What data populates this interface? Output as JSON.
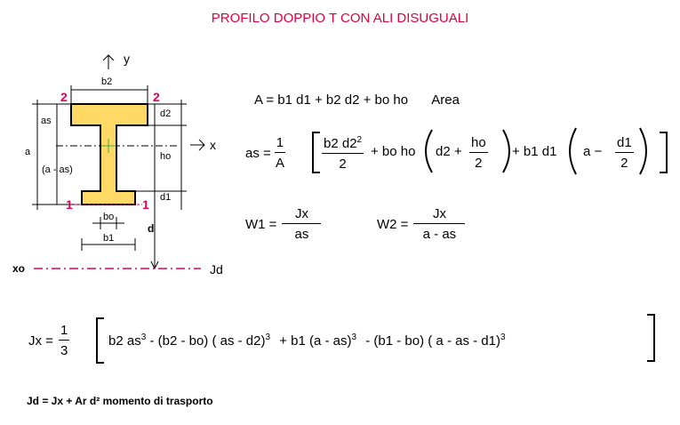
{
  "title": "PROFILO DOPPIO T CON ALI DISUGUALI",
  "drawing": {
    "axis_y": "y",
    "axis_x": "x",
    "b2": "b2",
    "point2_left": "2",
    "point2_right": "2",
    "as": "as",
    "d2": "d2",
    "a": "a",
    "ho": "ho",
    "a_minus_as": "(a - as)",
    "d1": "d1",
    "point1_left": "1",
    "point1_right": "1",
    "bo": "bo",
    "b1": "b1",
    "d": "d",
    "xo": "xo",
    "Jd": "Jd",
    "colors": {
      "section_fill": "#ffd966",
      "axis_line": "#e0005a",
      "title": "#e0003c"
    }
  },
  "formulas": {
    "area_lhs": "A = b1 d1 + b2 d2 + bo ho",
    "area_label": "Area",
    "as_lhs": "as =",
    "as_frac_num": "1",
    "as_frac_den": "A",
    "as_t1_num": "b2 d2",
    "as_t1_exp": "2",
    "as_t1_den": "2",
    "as_t2": "+ bo ho",
    "as_t2_inner": "d2 +",
    "as_ho_num": "ho",
    "as_ho_den": "2",
    "as_t3": "+ b1 d1",
    "as_t3_inner": "a −",
    "as_d1_num": "d1",
    "as_d1_den": "2",
    "w1_lhs": "W1 =",
    "w1_num": "Jx",
    "w1_den": "as",
    "w2_lhs": "W2 =",
    "w2_num": "Jx",
    "w2_den": "a - as",
    "jx_lhs": "Jx =",
    "jx_frac_num": "1",
    "jx_frac_den": "3",
    "jx_p1": "b2 as",
    "jx_p2": "-  (b2 - bo) ( as - d2)",
    "jx_p3": "+ b1 (a - as)",
    "jx_p4": "- (b1 - bo) (  a - as - d1)",
    "exp3": "3",
    "jd_text": "Jd = Jx + Ar d²  momento di trasporto"
  }
}
